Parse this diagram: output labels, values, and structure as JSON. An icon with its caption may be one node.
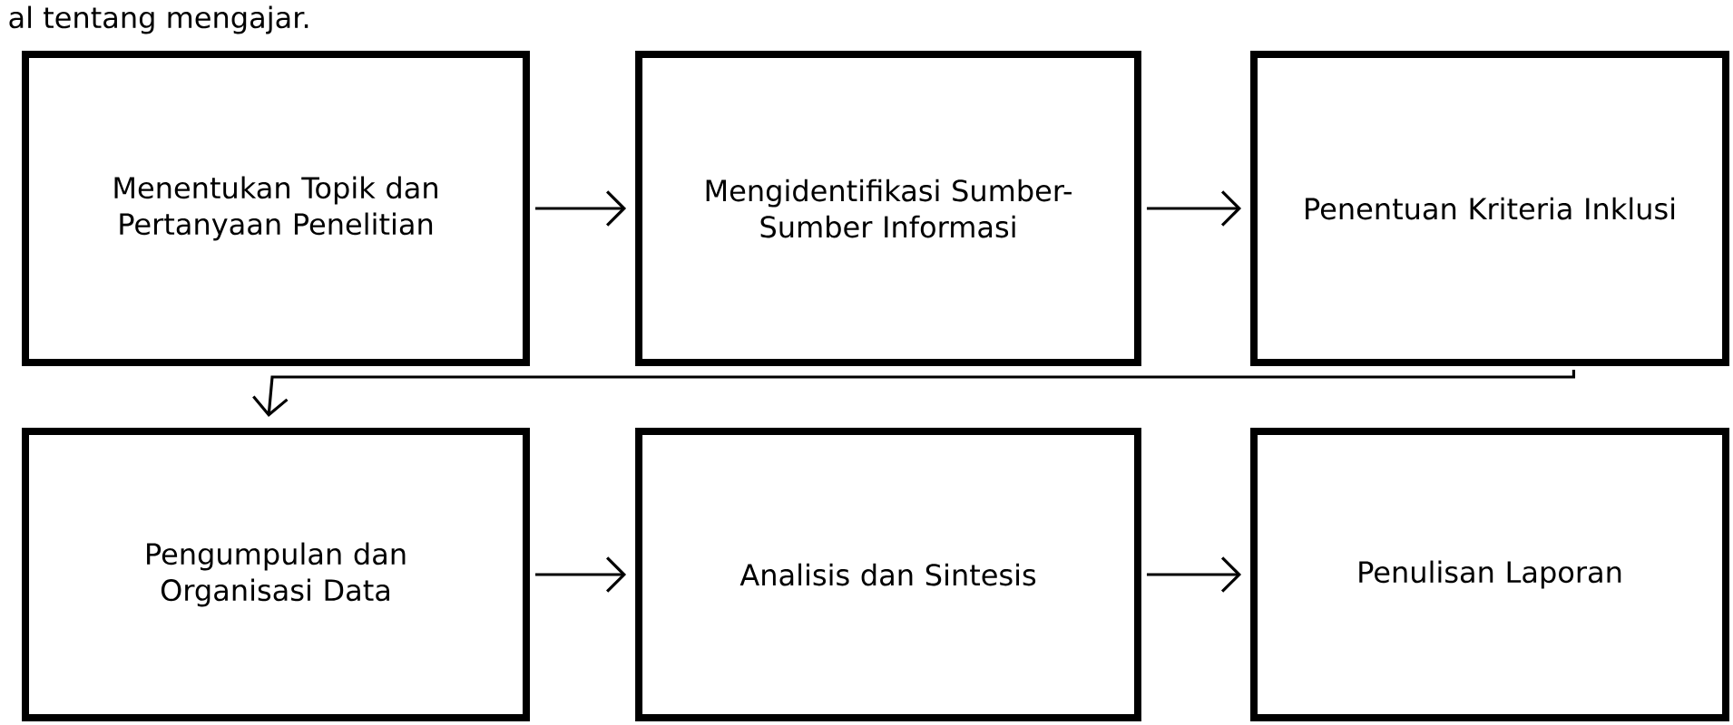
{
  "diagram": {
    "nodes": [
      {
        "text": [
          "Menentukan Topik dan Pertanyaan Penelitian"
        ]
      },
      {
        "text": [
          "Mengidentifikasi Sumber-Sumber Informasi"
        ]
      },
      {
        "text": [
          "Penentuan Kriteria Inklusi"
        ]
      },
      {
        "text": [
          "Pengumpulan dan Organisasi Data"
        ]
      },
      {
        "text": [
          "Analisis dan Sintesis"
        ]
      },
      {
        "text": [
          "Penulisan Laporan"
        ]
      }
    ],
    "edges": [
      {
        "from": 0,
        "to": 1,
        "arrow": "to"
      },
      {
        "from": 1,
        "to": 2,
        "arrow": "to"
      },
      {
        "from": 2,
        "to": 3,
        "arrow": "to"
      },
      {
        "from": 3,
        "to": 4,
        "arrow": "to"
      },
      {
        "from": 4,
        "to": 5,
        "arrow": "to"
      }
    ],
    "labels": [
      "al tentang mengajar."
    ]
  }
}
